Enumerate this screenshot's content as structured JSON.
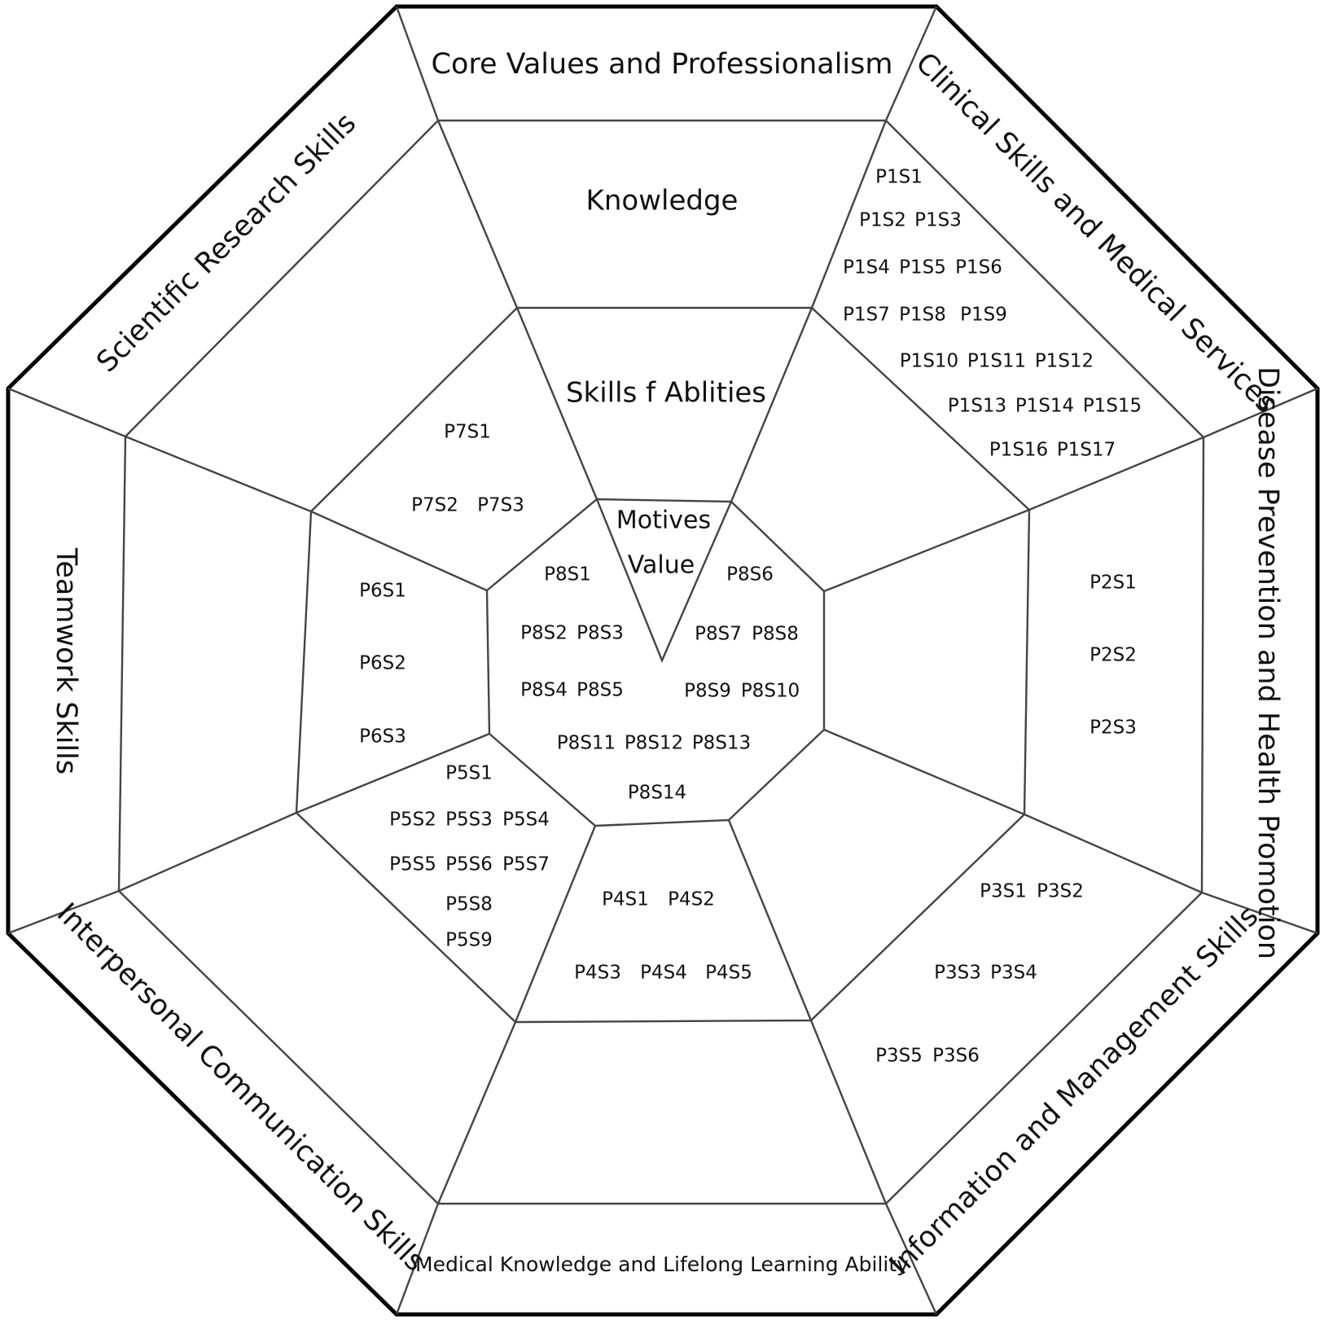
{
  "diagram": {
    "domains": {
      "top": "Core Values and Professionalism",
      "top_right": "Clinical Skills and Medical Services",
      "right": "Disease Prevention and Health Promotion",
      "bottom_right": "Information and Management Skills",
      "bottom": "Medical Knowledge and Lifelong Learning Ability",
      "bottom_left": "Interpersonal Communication Skills",
      "left": "Teamwork Skills",
      "top_left": "Scientific Research Skills"
    },
    "layers": {
      "knowledge": "Knowledge",
      "skills": "Skills f Ablities",
      "motives_1": "Motives",
      "motives_2": "Value"
    },
    "items": {
      "p1": [
        "P1S1",
        "P1S2",
        "P1S3",
        "P1S4",
        "P1S5",
        "P1S6",
        "P1S7",
        "P1S8",
        "P1S9",
        "P1S10",
        "P1S11",
        "P1S12",
        "P1S13",
        "P1S14",
        "P1S15",
        "P1S16",
        "P1S17"
      ],
      "p2": [
        "P2S1",
        "P2S2",
        "P2S3"
      ],
      "p3": [
        "P3S1",
        "P3S2",
        "P3S3",
        "P3S4",
        "P3S5",
        "P3S6"
      ],
      "p4": [
        "P4S1",
        "P4S2",
        "P4S3",
        "P4S4",
        "P4S5"
      ],
      "p5": [
        "P5S1",
        "P5S2",
        "P5S3",
        "P5S4",
        "P5S5",
        "P5S6",
        "P5S7",
        "P5S8",
        "P5S9"
      ],
      "p6": [
        "P6S1",
        "P6S2",
        "P6S3"
      ],
      "p7": [
        "P7S1",
        "P7S2",
        "P7S3"
      ],
      "p8": [
        "P8S1",
        "P8S2",
        "P8S3",
        "P8S4",
        "P8S5",
        "P8S6",
        "P8S7",
        "P8S8",
        "P8S9",
        "P8S10",
        "P8S11",
        "P8S12",
        "P8S13",
        "P8S14"
      ]
    }
  }
}
